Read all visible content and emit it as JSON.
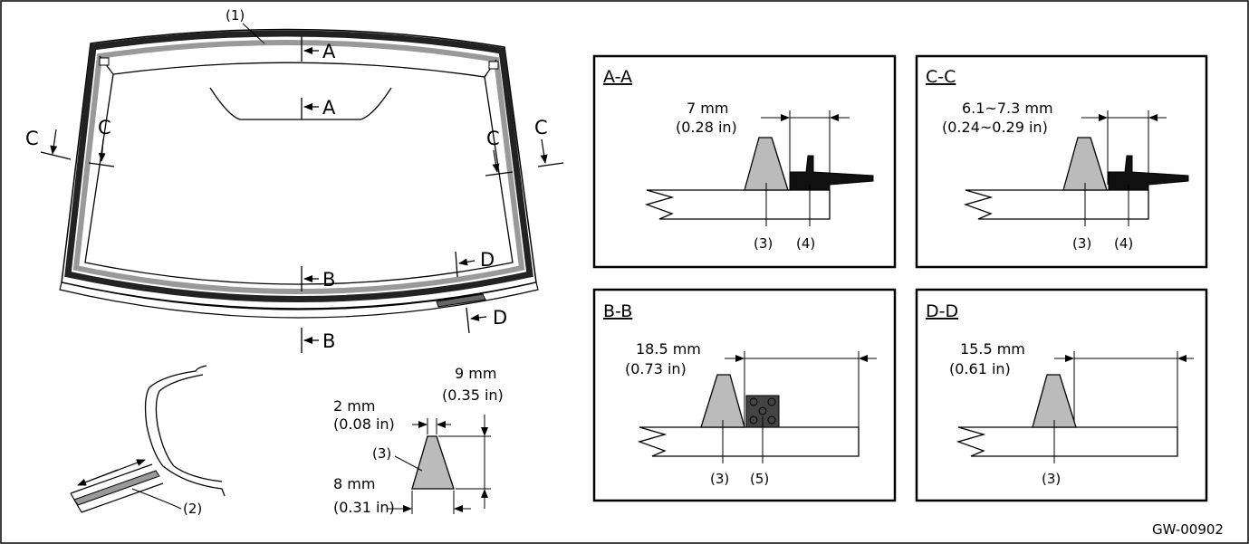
{
  "section_markers": {
    "a": "A",
    "b": "B",
    "c": "C",
    "d": "D"
  },
  "callouts": {
    "molding": "(1)",
    "urethane_edge": "(2)",
    "adhesive": "(3)",
    "spacer": "(4)",
    "dam": "(5)"
  },
  "bead_profile": {
    "top_width_mm": "2 mm",
    "top_width_in": "(0.08 in)",
    "height_mm": "9 mm",
    "height_in": "(0.35 in)",
    "base_width_mm": "8 mm",
    "base_width_in": "(0.31 in)"
  },
  "sections": {
    "aa": {
      "title": "A-A",
      "dim_mm": "7 mm",
      "dim_in": "(0.28 in)"
    },
    "cc": {
      "title": "C-C",
      "dim_mm": "6.1~7.3 mm",
      "dim_in": "(0.24~0.29 in)"
    },
    "bb": {
      "title": "B-B",
      "dim_mm": "18.5 mm",
      "dim_in": "(0.73 in)"
    },
    "dd": {
      "title": "D-D",
      "dim_mm": "15.5 mm",
      "dim_in": "(0.61 in)"
    }
  },
  "figure_code": "GW-00902"
}
